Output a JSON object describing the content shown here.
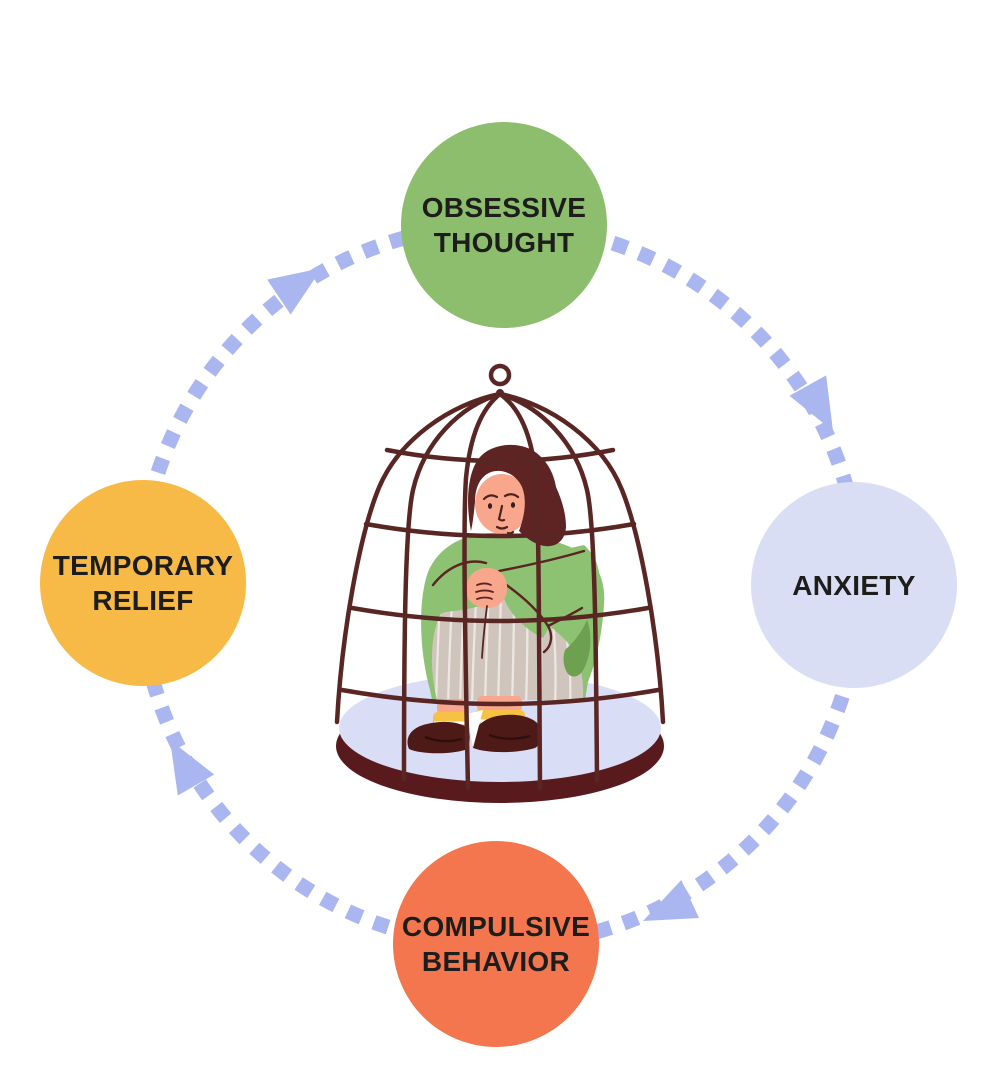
{
  "diagram": {
    "name": "obsessive compulsive cycle",
    "direction": "clockwise",
    "background_color": "#ffffff",
    "text_color": "#1d1d1b",
    "arrow_color": "#a9b6f0",
    "nodes": [
      {
        "id": "obsessive-thought",
        "position": "top",
        "color": "#8cbe6d",
        "lines": [
          "OBSESSIVE",
          "THOUGHT"
        ]
      },
      {
        "id": "anxiety",
        "position": "right",
        "color": "#d9def5",
        "lines": [
          "ANXIETY"
        ]
      },
      {
        "id": "compulsive-behavior",
        "position": "bottom",
        "color": "#f4764e",
        "lines": [
          "COMPULSIVE",
          "BEHAVIOR"
        ]
      },
      {
        "id": "temporary-relief",
        "position": "left",
        "color": "#f8ba47",
        "lines": [
          "TEMPORARY",
          "RELIEF"
        ]
      }
    ],
    "illustration": {
      "name": "woman-in-birdcage",
      "colors": {
        "cage": "#5a2623",
        "base_top": "#d9def6",
        "base_rim": "#591a1e",
        "hair": "#5d2423",
        "skin": "#f9a78c",
        "sweater": "#8cc271",
        "sweater_shadow": "#6da04f",
        "pants": "#cfc5bd",
        "pants_stripe": "#ece7e1",
        "socks": "#f6c244",
        "shoes": "#4d1a18"
      }
    }
  }
}
